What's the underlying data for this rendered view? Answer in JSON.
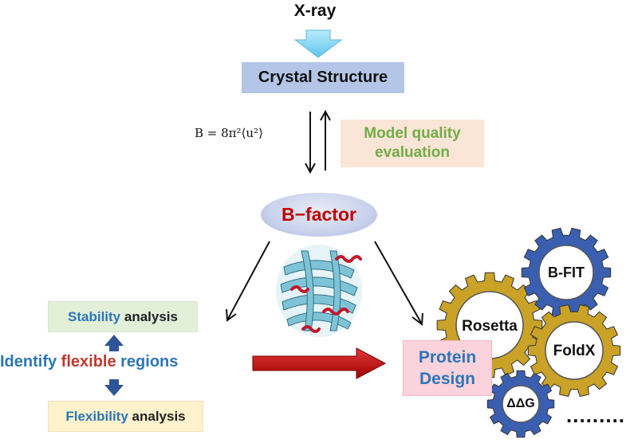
{
  "top": {
    "source": "X-ray",
    "structure": "Crystal Structure"
  },
  "formula": {
    "text": "B = 8π²⟨u²⟩"
  },
  "quality": {
    "line1": "Model quality",
    "line2": "evaluation"
  },
  "center": {
    "label": "B−factor"
  },
  "left": {
    "stability_keyword": "Stability",
    "stability_rest": " analysis",
    "identify_prefix": "Identify ",
    "identify_keyword": "flexible",
    "identify_suffix": " regions",
    "flexibility_keyword": "Flexibility",
    "flexibility_rest": " analysis"
  },
  "design": {
    "line1": "Protein",
    "line2": "Design"
  },
  "gears": {
    "bfit": "B-FIT",
    "rosetta": "Rosetta",
    "foldx": "FoldX",
    "ddg": "ΔΔG",
    "more": "........."
  },
  "colors": {
    "crystal_box": "#b4c6e7",
    "quality_box": "#fbe5d6",
    "quality_text": "#70ad47",
    "bfactor_text": "#c00000",
    "blue_text": "#2e75b6",
    "flexible_text": "#c0392b",
    "stability_box": "#e2f0d9",
    "flexibility_box": "#fff2cc",
    "design_box": "#fbd3dc",
    "gold_gear": "#c9a227",
    "blue_gear": "#3a5fb0",
    "down_arrow": "#8fd8f5",
    "big_arrow": "#c00000"
  }
}
